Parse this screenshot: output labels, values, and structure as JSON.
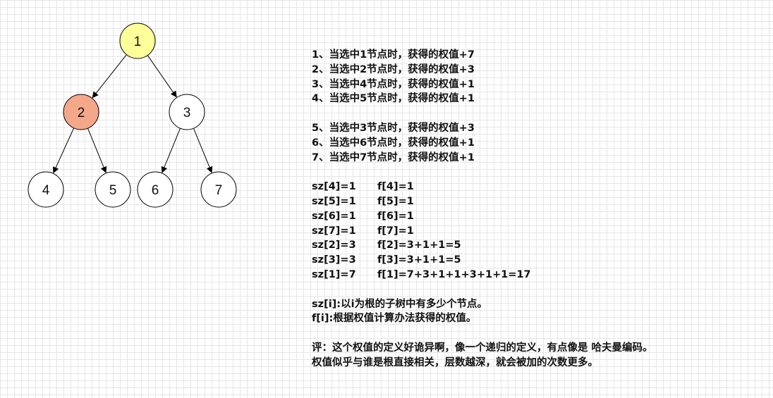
{
  "tree": {
    "nodes": [
      {
        "id": "1",
        "label": "1",
        "fill": "#ffff99"
      },
      {
        "id": "2",
        "label": "2",
        "fill": "#f5a78a"
      },
      {
        "id": "3",
        "label": "3",
        "fill": "#ffffff"
      },
      {
        "id": "4",
        "label": "4",
        "fill": "#ffffff"
      },
      {
        "id": "5",
        "label": "5",
        "fill": "#ffffff"
      },
      {
        "id": "6",
        "label": "6",
        "fill": "#ffffff"
      },
      {
        "id": "7",
        "label": "7",
        "fill": "#ffffff"
      }
    ],
    "edges": [
      [
        "1",
        "2"
      ],
      [
        "1",
        "3"
      ],
      [
        "2",
        "4"
      ],
      [
        "2",
        "5"
      ],
      [
        "3",
        "6"
      ],
      [
        "3",
        "7"
      ]
    ]
  },
  "notes": {
    "group1": [
      "1、当选中1节点时，获得的权值+7",
      "2、当选中2节点时，获得的权值+3",
      "3、当选中4节点时，获得的权值+1",
      "4、当选中5节点时，获得的权值+1"
    ],
    "group2": [
      "5、当选中3节点时，获得的权值+3",
      "6、当选中6节点时，获得的权值+1",
      "7、当选中7节点时，获得的权值+1"
    ],
    "sz_rows": [
      {
        "sz": "sz[4]=1",
        "f": "f[4]=1"
      },
      {
        "sz": "sz[5]=1",
        "f": "f[5]=1"
      },
      {
        "sz": "sz[6]=1",
        "f": "f[6]=1"
      },
      {
        "sz": "sz[7]=1",
        "f": "f[7]=1"
      },
      {
        "sz": "sz[2]=3",
        "f": "f[2]=3+1+1=5"
      },
      {
        "sz": "sz[3]=3",
        "f": "f[3]=3+1+1=5"
      },
      {
        "sz": "sz[1]=7",
        "f": "f[1]=7+3+1+1+3+1+1=17"
      }
    ],
    "definitions": [
      "sz[i]:以i为根的子树中有多少个节点。",
      "f[i]:根据权值计算办法获得的权值。"
    ],
    "comment": [
      "评：这个权值的定义好诡异啊，像一个递归的定义，有点像是 哈夫曼编码。",
      "权值似乎与谁是根直接相关，层数越深，就会被加的次数更多。"
    ]
  }
}
